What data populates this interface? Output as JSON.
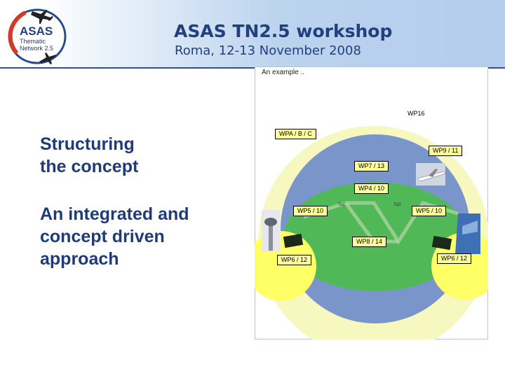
{
  "header": {
    "logo": {
      "line1": "ASAS",
      "line2": "Thematic",
      "line3": "Network 2.5"
    },
    "title": "ASAS TN2.5 workshop",
    "subtitle": "Roma, 12-13 November 2008"
  },
  "slide": {
    "heading1_line1": "Structuring",
    "heading1_line2": "the concept",
    "heading2_line1": "An integrated and",
    "heading2_line2": "concept driven",
    "heading2_line3": "approach"
  },
  "diagram": {
    "caption": "An example ..",
    "labels": {
      "wp16": "WP16",
      "wpa": "WPA / B / C",
      "wp9_11": "WP9 / 11",
      "wp7_13": "WP7 / 13",
      "wp4_10": "WP4 / 10",
      "wp5_10_left": "WP5 / 10",
      "wp5_10_right": "WP5 / 10",
      "wp8_14": "WP8 / 14",
      "wp6_12_left": "WP6 / 12",
      "wp6_12_right": "WP6 / 12",
      "toc": "ToC",
      "tod": "ToD"
    },
    "colors": {
      "outer_ring": "#f7f7c0",
      "blue_circle": "#7a95c9",
      "green_band": "#4dbb4d",
      "yellow_circles": "#ffff66"
    }
  }
}
